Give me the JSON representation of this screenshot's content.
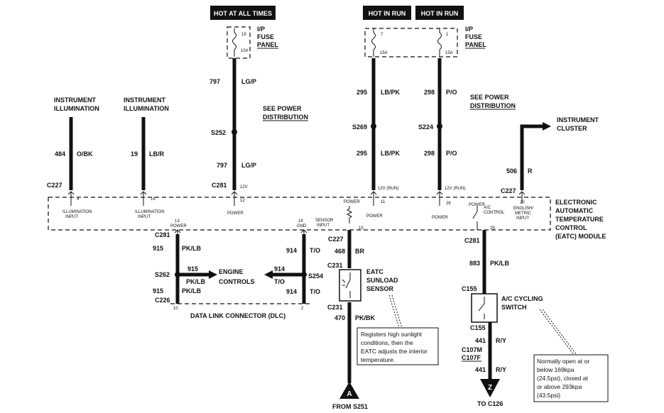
{
  "headers": {
    "hot_always": "HOT AT ALL TIMES",
    "hot_run_1": "HOT IN RUN",
    "hot_run_2": "HOT IN RUN"
  },
  "fuse_panel_label": [
    "I/P",
    "FUSE",
    "PANEL"
  ],
  "fuse_panel_label_2": [
    "I/P",
    "FUSE",
    "PANEL"
  ],
  "fuses": [
    {
      "num": "18",
      "amp": "10A"
    },
    {
      "num": "7",
      "amp": "15A"
    },
    {
      "num": "1",
      "amp": "15A"
    }
  ],
  "see_power_1": [
    "SEE POWER",
    "DISTRIBUTION"
  ],
  "see_power_2": [
    "SEE POWER",
    "DISTRIBUTION"
  ],
  "illum_1": [
    "INSTRUMENT",
    "ILLUMINATION"
  ],
  "illum_2": [
    "INSTRUMENT",
    "ILLUMINATION"
  ],
  "instrument_cluster": [
    "INSTRUMENT",
    "CLUSTER"
  ],
  "wires": {
    "w484": {
      "num": "484",
      "color": "O/BK"
    },
    "w19": {
      "num": "19",
      "color": "LB/R"
    },
    "w797a": {
      "num": "797",
      "color": "LG/P"
    },
    "w797b": {
      "num": "797",
      "color": "LG/P"
    },
    "w295a": {
      "num": "295",
      "color": "LB/PK"
    },
    "w295b": {
      "num": "295",
      "color": "LB/PK"
    },
    "w298a": {
      "num": "298",
      "color": "P/O"
    },
    "w298b": {
      "num": "298",
      "color": "P/O"
    },
    "w506": {
      "num": "506",
      "color": "R"
    },
    "w915a": {
      "num": "915",
      "color": "PK/LB"
    },
    "w915b": {
      "num": "915",
      "color": "PK/LB"
    },
    "w915c": {
      "num": "915",
      "color": "PK/LB"
    },
    "w914a": {
      "num": "914",
      "color": "T/O"
    },
    "w914b": {
      "num": "914",
      "color": "T/O"
    },
    "w914c": {
      "num": "914",
      "color": "T/O"
    },
    "w468": {
      "num": "468",
      "color": "BR"
    },
    "w470": {
      "num": "470",
      "color": "PK/BK"
    },
    "w883": {
      "num": "883",
      "color": "PK/LB"
    },
    "w441a": {
      "num": "441",
      "color": "R/Y"
    },
    "w441b": {
      "num": "441",
      "color": "R/Y"
    }
  },
  "splices": {
    "s252": "S252",
    "s269": "S269",
    "s224": "S224",
    "s262": "S262",
    "s254": "S254"
  },
  "connectors": {
    "c227a": "C227",
    "c281a": "C281",
    "c227b": "C227",
    "c281b": "C281",
    "c226": "C226",
    "c227c": "C227",
    "c231a": "C231",
    "c231b": "C231",
    "c281c": "C281",
    "c155a": "C155",
    "c155b": "C155",
    "c107m": "C107M",
    "c107f": "C107F"
  },
  "module_pins": {
    "p4": "4",
    "p16": "16",
    "p12": "12",
    "p11": "11",
    "p26": "26",
    "p20": "20",
    "p13": "13",
    "p14": "14",
    "p15": "15",
    "p25": "25",
    "p10": "10",
    "p2": "2"
  },
  "pin_labels": {
    "illum_in_1": [
      "ILLUMINATION",
      "INPUT"
    ],
    "illum_in_2": [
      "ILLUMINATION",
      "INPUT"
    ],
    "power_12": "POWER",
    "power_11": "POWER",
    "power_26": "POWER",
    "power_top": "POWER",
    "english_metric": [
      "ENGLISH/",
      "METRIC",
      "INPUT"
    ],
    "power_13": "POWER",
    "gnd_14": "GND",
    "sensor_input": [
      "SENSOR",
      "INPUT"
    ],
    "ac_control": [
      "A/C",
      "CONTROL"
    ],
    "v12": "12V",
    "v12run_a": "12V (RUN)",
    "v12run_b": "12V (RUN)"
  },
  "module_label": [
    "ELECTRONIC",
    "AUTOMATIC",
    "TEMPERATURE",
    "CONTROL",
    "(EATC) MODULE"
  ],
  "engine_controls": [
    "ENGINE",
    "CONTROLS"
  ],
  "dlc_label": "DATA LINK CONNECTOR (DLC)",
  "sunload_sensor": [
    "EATC",
    "SUNLOAD",
    "SENSOR"
  ],
  "ac_switch": [
    "A/C CYCLING",
    "SWITCH"
  ],
  "sunload_note": [
    "Registers high sunlight",
    "conditions, then the",
    "EATC adjusts the interior",
    "temperature."
  ],
  "switch_note": [
    "Normally open at or",
    "below 169kpa",
    "(24.5psi), closed at",
    "or above 293kpa",
    "(43.5psi)"
  ],
  "terminals": {
    "a_letter": "A",
    "a_label": "FROM S251",
    "z_letter": "Z",
    "z_label": "TO C126"
  }
}
